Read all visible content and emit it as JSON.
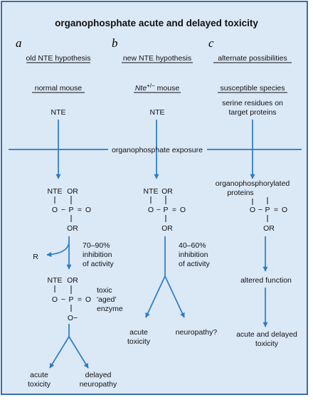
{
  "title": "organophosphate acute and delayed toxicity",
  "exposure_label": "organophosphate exposure",
  "colors": {
    "arrow": "#2a7bc4",
    "panel_bg": "#dbe8f6",
    "panel_border": "#3a6ea5"
  },
  "col_a": {
    "letter": "a",
    "hypothesis": "old NTE hypothesis",
    "model": "normal mouse",
    "target": "NTE",
    "inhibition": [
      "70–90%",
      "inhibition",
      "of activity"
    ],
    "leaving_group": "R",
    "aged": [
      "toxic",
      "'aged'",
      "enzyme"
    ],
    "outcome_left": [
      "acute",
      "toxicity"
    ],
    "outcome_right": [
      "delayed",
      "neuropathy"
    ]
  },
  "col_b": {
    "letter": "b",
    "hypothesis": "new NTE hypothesis",
    "model_gene": "Nte",
    "model_sup": "+/−",
    "model_rest": " mouse",
    "target": "NTE",
    "inhibition": [
      "40–60%",
      "inhibition",
      "of activity"
    ],
    "outcome_left": [
      "acute",
      "toxicity"
    ],
    "outcome_right": "neuropathy?"
  },
  "col_c": {
    "letter": "c",
    "hypothesis": "alternate possibilities",
    "model": "susceptible species",
    "target": [
      "serine residues on",
      "target proteins"
    ],
    "adduct_label": [
      "organophosphorylated",
      "proteins"
    ],
    "step": "altered function",
    "outcome": [
      "acute and delayed",
      "toxicity"
    ]
  },
  "chem": {
    "nte": "NTE",
    "or": "OR",
    "o": "O",
    "p": "P",
    "eq": "=",
    "minus": "−",
    "o_minus": "O−"
  }
}
